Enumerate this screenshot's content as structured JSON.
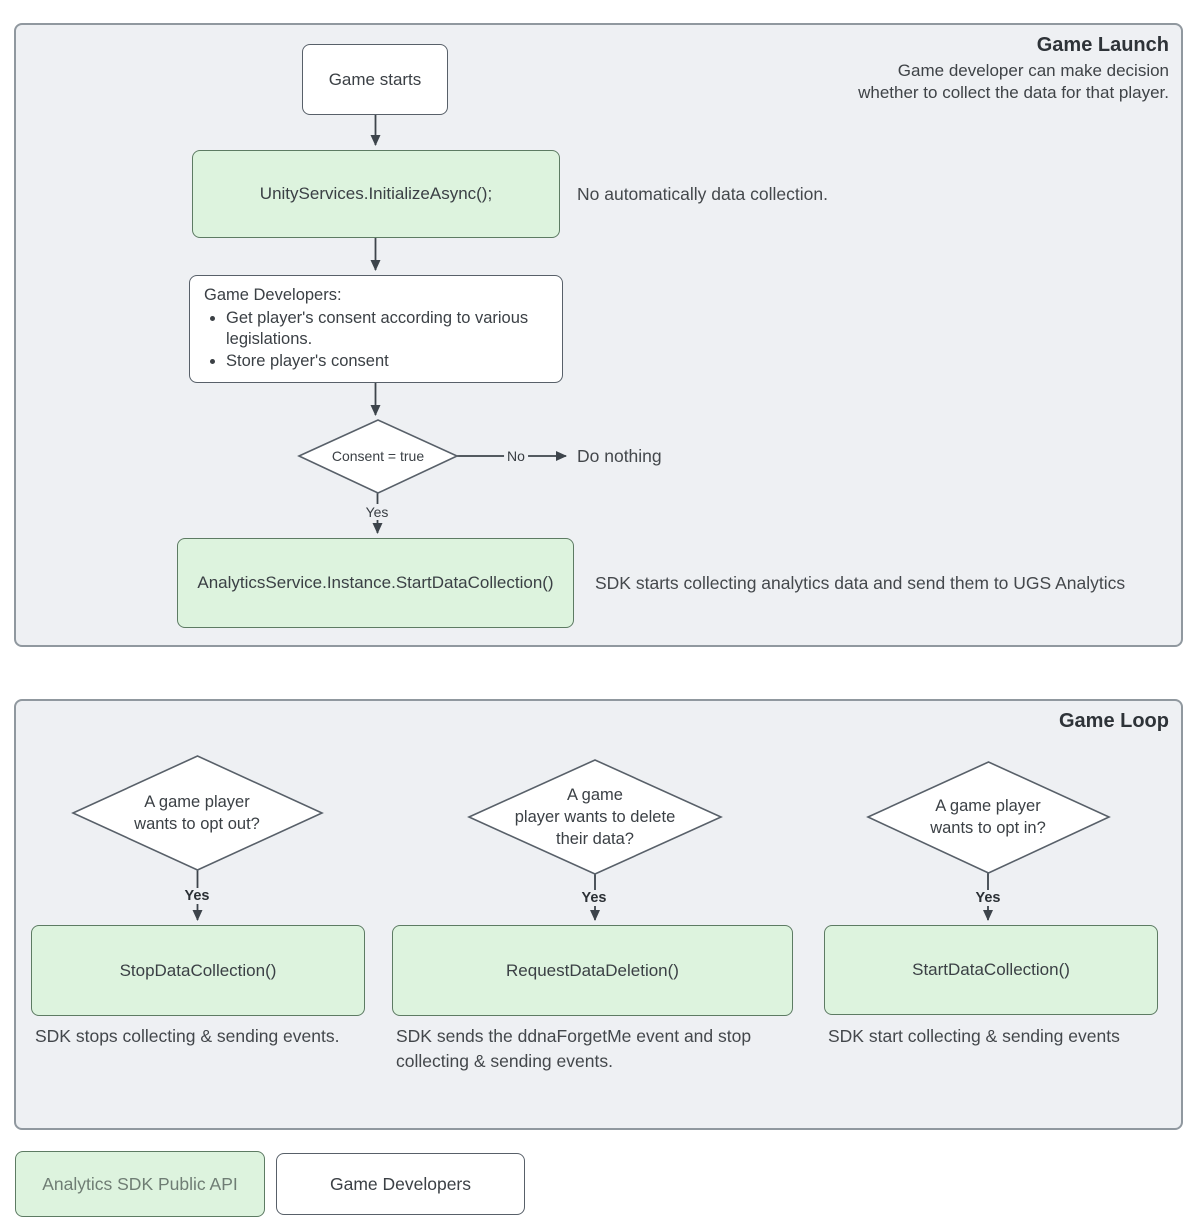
{
  "colors": {
    "panel_fill": "#eef0f3",
    "panel_border": "#90989f",
    "green_node_fill": "#ddf3de",
    "green_node_border": "#5d7b63",
    "white_node_border": "#586069",
    "connector": "#3d444b",
    "text": "#3b4045"
  },
  "game_launch": {
    "title": "Game Launch",
    "subtitle": "Game developer can make decision\nwhether to collect the data for that player.",
    "game_starts": "Game starts",
    "initialize_call": "UnityServices.InitializeAsync();",
    "initialize_note": "No automatically data collection.",
    "developers": {
      "title": "Game Developers:",
      "bullets": [
        "Get player's consent according to various legislations.",
        "Store player's consent"
      ]
    },
    "consent_question": "Consent = true",
    "no_label": "No",
    "do_nothing": "Do nothing",
    "yes_label": "Yes",
    "start_call": "AnalyticsService.Instance.StartDataCollection()",
    "start_note": "SDK starts collecting analytics data and send them to UGS Analytics"
  },
  "game_loop": {
    "title": "Game Loop",
    "branches": [
      {
        "question": "A game player\nwants to opt out?",
        "yes_label": "Yes",
        "action": "StopDataCollection()",
        "note": "SDK stops collecting & sending events."
      },
      {
        "question": "A game\nplayer wants to delete\ntheir data?",
        "yes_label": "Yes",
        "action": "RequestDataDeletion()",
        "note": "SDK sends the ddnaForgetMe event and stop\ncollecting & sending events."
      },
      {
        "question": "A game player\nwants to opt in?",
        "yes_label": "Yes",
        "action": "StartDataCollection()",
        "note": "SDK start collecting & sending events"
      }
    ]
  },
  "legend": {
    "sdk_api": "Analytics SDK Public API",
    "game_developers": "Game Developers"
  }
}
